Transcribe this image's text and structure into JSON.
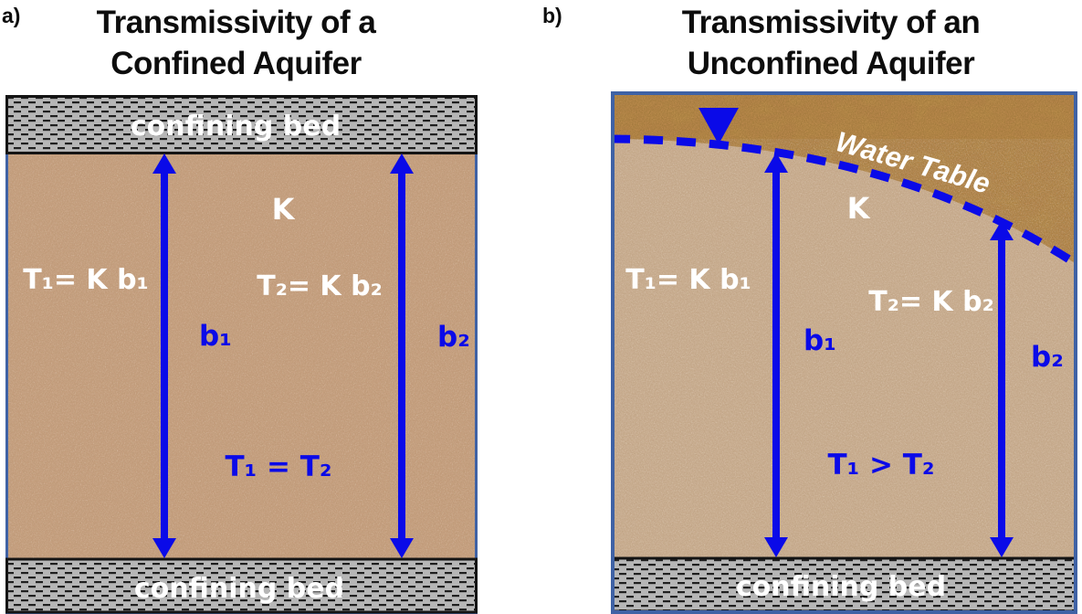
{
  "figure": {
    "description_left": "Transmissivity of a confined aquifer diagram",
    "description_right": "Transmissivity of an unconfined aquifer diagram"
  },
  "panels": [
    {
      "label": "a)",
      "title_line1": "Transmissivity of a",
      "title_line2": "Confined Aquifer",
      "top_bed_label": "confining bed",
      "bottom_bed_label": "confining bed",
      "k_label": "K",
      "t1_formula": "T₁= K b₁",
      "t2_formula": "T₂= K b₂",
      "b1_label": "b₁",
      "b2_label": "b₂",
      "relation": "T₁ = T₂"
    },
    {
      "label": "b)",
      "title_line1": "Transmissivity of an",
      "title_line2": "Unconfined Aquifer",
      "water_table_label": "Water Table",
      "bottom_bed_label": "confining bed",
      "k_label": "K",
      "t1_formula": "T₁= K b₁",
      "t2_formula": "T₂= K b₂",
      "b1_label": "b₁",
      "b2_label": "b₂",
      "relation": "T₁ > T₂"
    }
  ],
  "colors": {
    "arrow_blue": "#0a0ae8",
    "panel_border": "#3f62a5",
    "confining_bed_gray": "#b6b6b6",
    "bed_dash": "#1f1f1f",
    "sand_confined": "#c7a080",
    "sand_saturated": "#cbb094",
    "sand_unsaturated": "#be8a50",
    "text_white": "#ffffff",
    "title_black": "#0d0d0d"
  }
}
